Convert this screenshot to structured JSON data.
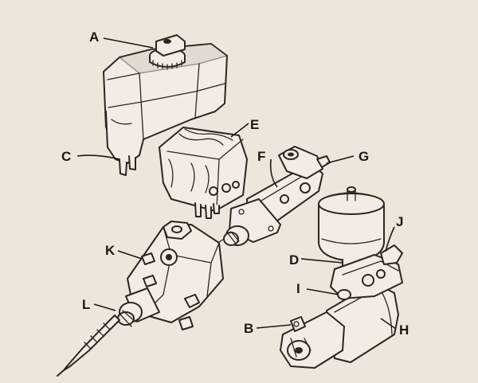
{
  "callouts": {
    "A": "A",
    "B": "B",
    "C": "C",
    "D": "D",
    "E": "E",
    "F": "F",
    "G": "G",
    "H": "H",
    "I": "I",
    "J": "J",
    "K": "K",
    "L": "L"
  },
  "colors": {
    "paper": "#ece6dc",
    "ink": "#2a2622"
  }
}
